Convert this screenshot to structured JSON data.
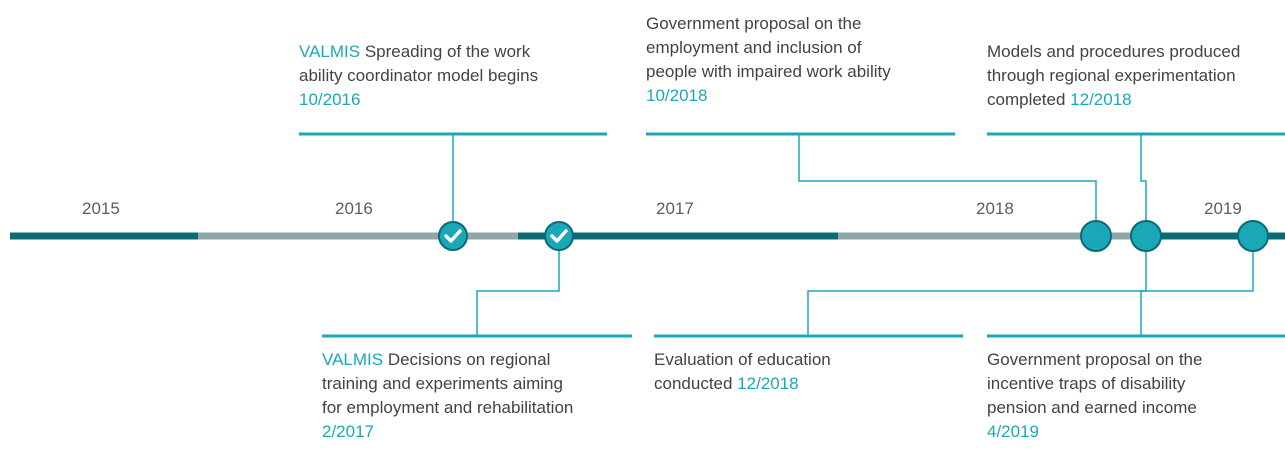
{
  "years": [
    "2015",
    "2016",
    "2017",
    "2018",
    "2019"
  ],
  "colors": {
    "accent": "#1aa8b8",
    "dark_teal": "#0b6a74",
    "grey_teal": "#8fa7a6",
    "text": "#3f4447"
  },
  "events": [
    {
      "tag": "VALMIS",
      "text": " Spreading of the work\nability coordinator model begins\n",
      "date": "10/2016",
      "marker": "check",
      "status": "completed"
    },
    {
      "tag": "VALMIS",
      "text": " Decisions on regional\ntraining and experiments aiming\nfor employment and rehabilitation\n",
      "date": "2/2017",
      "marker": "check",
      "status": "completed"
    },
    {
      "tag": "",
      "text": "Government proposal on the\nemployment and inclusion of\npeople with impaired work ability\n",
      "date": "10/2018",
      "marker": "circle",
      "status": "planned"
    },
    {
      "tag": "",
      "text": "Models and procedures produced\nthrough regional experimentation\ncompleted ",
      "date": "12/2018",
      "marker": "circle",
      "status": "planned"
    },
    {
      "tag": "",
      "text": "Evaluation of education\nconducted ",
      "date": "12/2018",
      "marker": "circle",
      "status": "planned"
    },
    {
      "tag": "",
      "text": "Government proposal on the\nincentive traps of disability\npension and earned income\n",
      "date": "4/2019",
      "marker": "circle",
      "status": "planned"
    }
  ]
}
